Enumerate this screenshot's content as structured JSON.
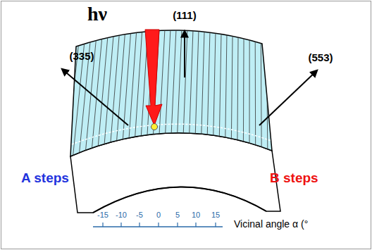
{
  "diagram": {
    "labels": [
      "hν",
      "(111)",
      "(335)",
      "(553)",
      "A steps",
      "B steps",
      "-15",
      "-10",
      "-5",
      "0",
      "5",
      "10",
      "15",
      "Vicinal angle α (°"
    ]
  }
}
